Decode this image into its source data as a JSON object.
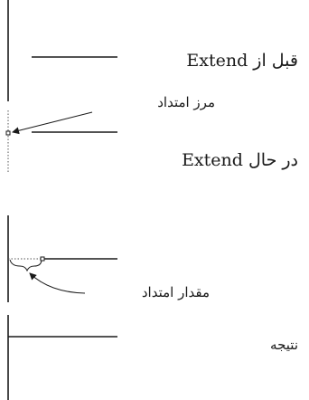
{
  "labels": {
    "before_extend": "قبل از Extend",
    "extend_boundary": "مرز امتداد",
    "during_extend": "در حال Extend",
    "extend_amount": "مقدار امتداد",
    "result": "نتیجه"
  }
}
